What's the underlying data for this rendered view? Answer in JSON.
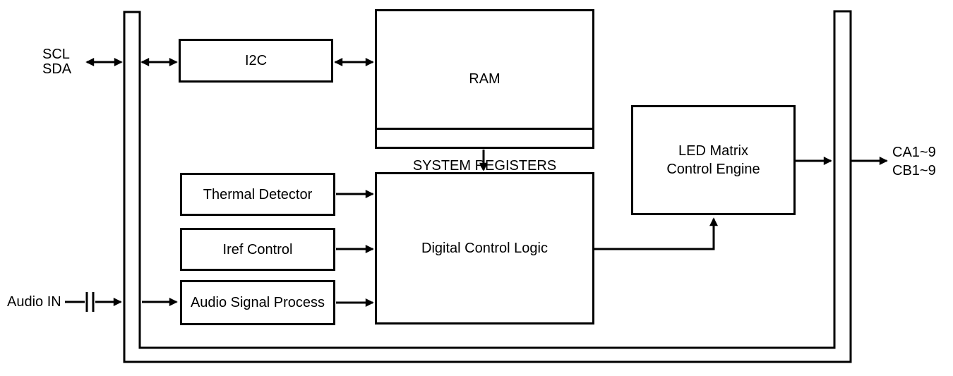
{
  "diagram": {
    "background": "#ffffff",
    "line_color": "#000000",
    "pins": {
      "scl_sda": "SCL\nSDA",
      "audio_in": "Audio IN",
      "ca_cb": "CA1~9\nCB1~9"
    },
    "blocks": {
      "i2c": "I2C",
      "ram": "RAM",
      "system_registers": "SYSTEM REGISTERS",
      "thermal_detector": "Thermal Detector",
      "iref_control": "Iref Control",
      "audio_signal_process": "Audio Signal Process",
      "digital_control_logic": "Digital Control Logic",
      "led_matrix_control_engine": "LED Matrix\nControl Engine"
    }
  }
}
